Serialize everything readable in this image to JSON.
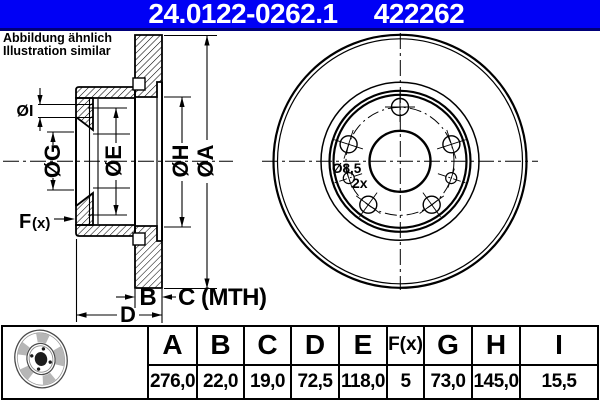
{
  "banner": {
    "part_number": "24.0122-0262.1",
    "reference": "422262",
    "bg_color": "#0000f5",
    "border_color": "#000078",
    "text_color": "#ffffff"
  },
  "note": {
    "line1": "Abbildung ähnlich",
    "line2": "Illustration similar"
  },
  "section_view": {
    "labels": {
      "dia_i": "ØI",
      "dia_g": "ØG",
      "dia_e": "ØE",
      "dia_h": "ØH",
      "dia_a": "ØA",
      "f_main": "F",
      "f_sub": "(x)",
      "b": "B",
      "c": "C (MTH)",
      "d": "D"
    }
  },
  "front_view": {
    "labels": {
      "hole_diameter": "Ø8,5",
      "hole_count": "2x"
    }
  },
  "table": {
    "headers": [
      "A",
      "B",
      "C",
      "D",
      "E",
      "F(x)",
      "G",
      "H",
      "I"
    ],
    "values": [
      "276,0",
      "22,0",
      "19,0",
      "72,5",
      "118,0",
      "5",
      "73,0",
      "145,0",
      "15,5"
    ]
  }
}
